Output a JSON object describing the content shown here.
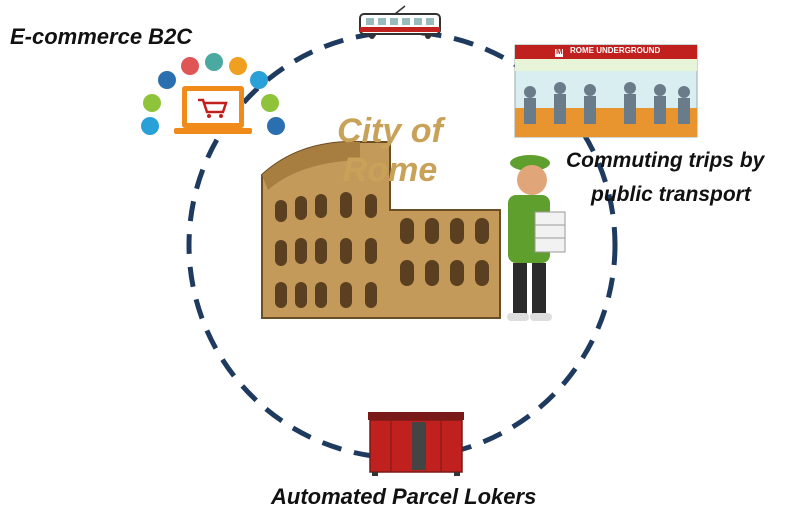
{
  "labels": {
    "ecommerce": "E-commerce B2C",
    "commuting_line1": "Commuting trips by",
    "commuting_line2": "public transport",
    "lockers": "Automated Parcel Lokers",
    "city_line1": "City of",
    "city_line2": "Rome",
    "underground_sign": "ROME UNDERGROUND",
    "metro_logo": "M"
  },
  "colors": {
    "circle": "#1f3a5f",
    "city_text": "#c9a25a",
    "locker_red": "#c0201e",
    "shirt_green": "#5e9f2e",
    "colosseum": "#c49a5a",
    "ecommerce_orange": "#f08a1a"
  },
  "icons": [
    "tram-icon",
    "ecommerce-laptop-cart-icon",
    "colosseum-illustration",
    "courier-illustration",
    "underground-train-illustration",
    "parcel-locker-illustration"
  ]
}
